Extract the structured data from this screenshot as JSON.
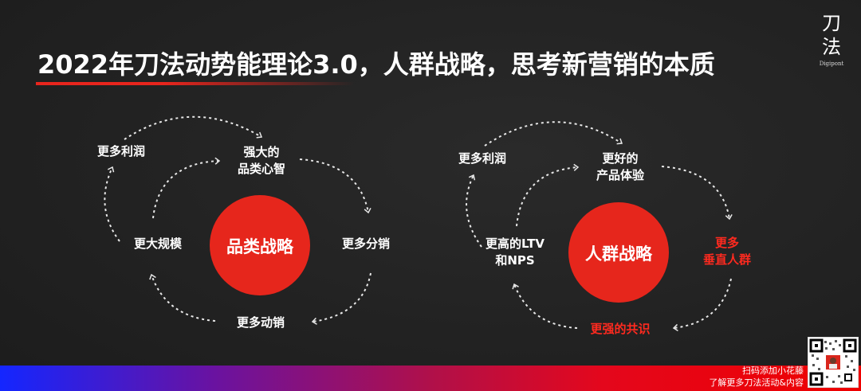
{
  "header": {
    "title": "2022年刀法动势能理论3.0，人群战略，思考新营销的本质",
    "accent_color": "#e8251d"
  },
  "logo": {
    "char_1": "刀",
    "char_2": "法",
    "subtitle": "Digipont"
  },
  "diagrams": [
    {
      "center": "品类战略",
      "center_color": "#e8251d",
      "nodes": [
        {
          "id": "top",
          "lines": [
            "强大的",
            "品类心智"
          ],
          "color": "#ffffff"
        },
        {
          "id": "right",
          "lines": [
            "更多分销"
          ],
          "color": "#ffffff"
        },
        {
          "id": "bottom",
          "lines": [
            "更多动销"
          ],
          "color": "#ffffff"
        },
        {
          "id": "left",
          "lines": [
            "更大规模"
          ],
          "color": "#ffffff"
        },
        {
          "id": "outer",
          "lines": [
            "更多利润"
          ],
          "color": "#ffffff"
        }
      ]
    },
    {
      "center": "人群战略",
      "center_color": "#e8251d",
      "nodes": [
        {
          "id": "top",
          "lines": [
            "更好的",
            "产品体验"
          ],
          "color": "#ffffff"
        },
        {
          "id": "right",
          "lines": [
            "更多",
            "垂直人群"
          ],
          "color": "#ff2a1f"
        },
        {
          "id": "bottom",
          "lines": [
            "更强的共识"
          ],
          "color": "#ff2a1f"
        },
        {
          "id": "left",
          "lines": [
            "更高的LTV",
            "和NPS"
          ],
          "color": "#ffffff"
        },
        {
          "id": "outer",
          "lines": [
            "更多利润"
          ],
          "color": "#ffffff"
        }
      ]
    }
  ],
  "footer": {
    "line_1": "扫码添加小花藤",
    "line_2": "了解更多刀法活动&内容",
    "qr_label": "qr-code"
  }
}
